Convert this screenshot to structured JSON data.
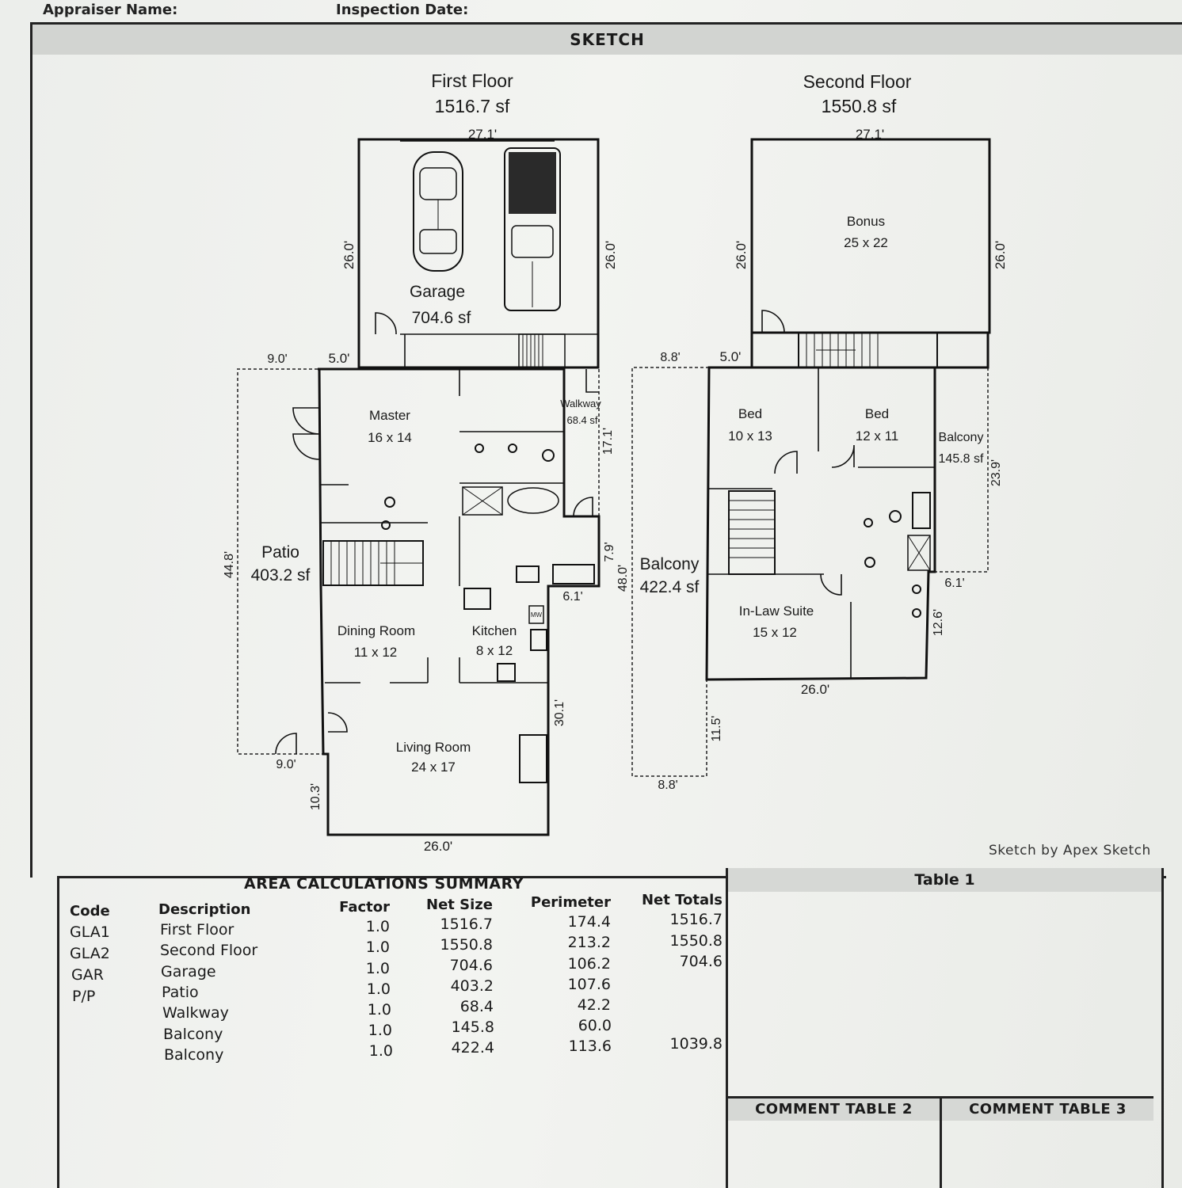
{
  "header": {
    "appraiser_label": "Appraiser Name:",
    "inspection_label": "Inspection Date:",
    "section_title": "SKETCH"
  },
  "first_floor": {
    "title": "First Floor",
    "area": "1516.7 sf",
    "dims": {
      "top": "27.1'",
      "garage_left": "26.0'",
      "garage_right": "26.0'",
      "patio_top": "9.0'",
      "step_top": "5.0'",
      "patio_side": "44.8'",
      "walkway_side": "17.1'",
      "kitchen_step": "7.9'",
      "kitchen_out": "6.1'",
      "living_right": "30.1'",
      "patio_bottom": "9.0'",
      "living_left": "10.3'",
      "bottom": "26.0'"
    },
    "rooms": {
      "garage": "Garage",
      "garage_area": "704.6 sf",
      "master": "Master",
      "master_size": "16 x 14",
      "walkway": "Walkway",
      "walkway_area": "68.4 sf",
      "patio": "Patio",
      "patio_area": "403.2 sf",
      "dining": "Dining Room",
      "dining_size": "11 x 12",
      "kitchen": "Kitchen",
      "kitchen_size": "8 x 12",
      "living": "Living Room",
      "living_size": "24 x 17",
      "mw": "MW"
    }
  },
  "second_floor": {
    "title": "Second Floor",
    "area": "1550.8 sf",
    "dims": {
      "top": "27.1'",
      "left": "26.0'",
      "right": "26.0'",
      "balcony_top": "8.8'",
      "step_top": "5.0'",
      "balcony_side": "48.0'",
      "balcony2_side": "23.9'",
      "balcony2_bottom": "6.1'",
      "suite_right": "12.6'",
      "bottom": "26.0'",
      "balcony_low": "11.5'",
      "balcony_bottom": "8.8'"
    },
    "rooms": {
      "bonus": "Bonus",
      "bonus_size": "25 x 22",
      "bed1": "Bed",
      "bed1_size": "10 x 13",
      "bed2": "Bed",
      "bed2_size": "12 x 11",
      "balcony_small": "Balcony",
      "balcony_small_area": "145.8 sf",
      "balcony_large": "Balcony",
      "balcony_large_area": "422.4 sf",
      "suite": "In-Law Suite",
      "suite_size": "15 x 12"
    }
  },
  "credit": "Sketch by Apex Sketch",
  "area_summary": {
    "title": "AREA CALCULATIONS SUMMARY",
    "headers": [
      "Code",
      "Description",
      "Factor",
      "Net Size",
      "Perimeter",
      "Net Totals"
    ],
    "rows": [
      {
        "code": "GLA1",
        "desc": "First Floor",
        "factor": "1.0",
        "size": "1516.7",
        "perim": "174.4",
        "total": "1516.7"
      },
      {
        "code": "GLA2",
        "desc": "Second Floor",
        "factor": "1.0",
        "size": "1550.8",
        "perim": "213.2",
        "total": "1550.8"
      },
      {
        "code": "GAR",
        "desc": "Garage",
        "factor": "1.0",
        "size": "704.6",
        "perim": "106.2",
        "total": "704.6"
      },
      {
        "code": "P/P",
        "desc": "Patio",
        "factor": "1.0",
        "size": "403.2",
        "perim": "107.6",
        "total": ""
      },
      {
        "code": "",
        "desc": "Walkway",
        "factor": "1.0",
        "size": "68.4",
        "perim": "42.2",
        "total": ""
      },
      {
        "code": "",
        "desc": "Balcony",
        "factor": "1.0",
        "size": "145.8",
        "perim": "60.0",
        "total": ""
      },
      {
        "code": "",
        "desc": "Balcony",
        "factor": "1.0",
        "size": "422.4",
        "perim": "113.6",
        "total": "1039.8"
      }
    ]
  },
  "tables": {
    "table1": "Table 1",
    "comment2": "COMMENT TABLE 2",
    "comment3": "COMMENT TABLE 3"
  }
}
